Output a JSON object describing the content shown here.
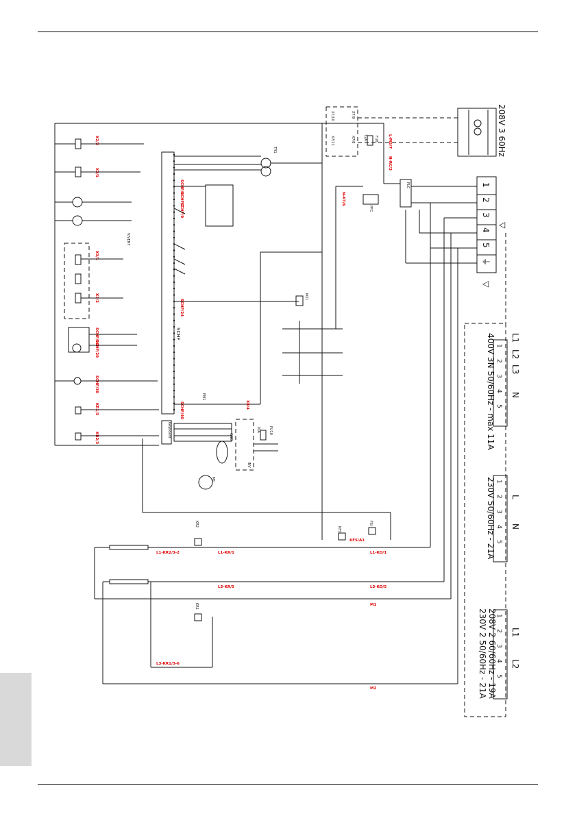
{
  "supply_top": "208V 3 60Hz",
  "main_terminals": [
    "1",
    "2",
    "3",
    "4",
    "5"
  ],
  "ground_symbol": "⏚",
  "supply_options": [
    {
      "voltage": "400V 3N 50/60Hz - max 11A",
      "phases": [
        "L1",
        "L2",
        "L3",
        "N"
      ],
      "terminals": [
        "1",
        "2",
        "3",
        "4",
        "5"
      ]
    },
    {
      "voltage": "230V 50/60Hz - 21A",
      "phases": [
        "L",
        "N"
      ],
      "terminals": [
        "1",
        "2",
        "3",
        "4",
        "5"
      ]
    },
    {
      "voltage": "230V 2 50/60Hz - 21A",
      "voltage2": "208V 2 60/60Hz - 19A",
      "phases": [
        "L1",
        "L2"
      ],
      "terminals": [
        "1",
        "2",
        "3",
        "4",
        "5"
      ]
    }
  ],
  "controller_label": "SCHF",
  "keyboard_label": "Keyboard",
  "inverter_label": "INV",
  "red_labels": {
    "x2_2": "X2/2",
    "x2_1": "X2/1",
    "x3_1": "X3/1",
    "x3_2": "X3/2",
    "schf26": "SCHF/26",
    "schf29": "SCHF/29",
    "schf30": "SCHF/30",
    "kr1_3": "KR1/3",
    "kr2_3": "KR2/3",
    "schf8": "SCHF/8",
    "schf7": "SCHF/7",
    "schf9": "SCHF/9",
    "schf24": "SCHF/24",
    "schf40": "SCHF/40",
    "x8_4": "X8/4",
    "n_rc3": "N-RC/3",
    "l_ms7": "L-MS/7",
    "n_kt6": "N-KT/6",
    "l1_kr2": "L1-KR2/3-2",
    "l1_kr1": "L1-KR/1",
    "l3_kr5": "L3-KR/5",
    "l3_kr13": "L3-KR1/3-6",
    "kfs_a1": "KFS/A1",
    "l1_ko1": "L1-KO/1",
    "l3_ko5": "L3-KO/5",
    "m1": "M1",
    "m2": "M2"
  },
  "small_labels": {
    "x7_10": "X7/10",
    "x7_9": "X7/9",
    "x7_11": "X7/11",
    "x7_8": "X7/8",
    "fu8": "FU8",
    "t2a": "T2A",
    "tr1": "TR1",
    "kfs": "KFS",
    "fsi": "FSI",
    "kr2": "KR2",
    "kr1": "KR1",
    "fu10": "FU10",
    "t10a": "10A",
    "gnd": "GND",
    "pfc": "PFC",
    "flc": "FLC",
    "fm1": "FM1",
    "v_vent": "V/VENT",
    "ko1": "KO1",
    "m1b": "M1"
  }
}
